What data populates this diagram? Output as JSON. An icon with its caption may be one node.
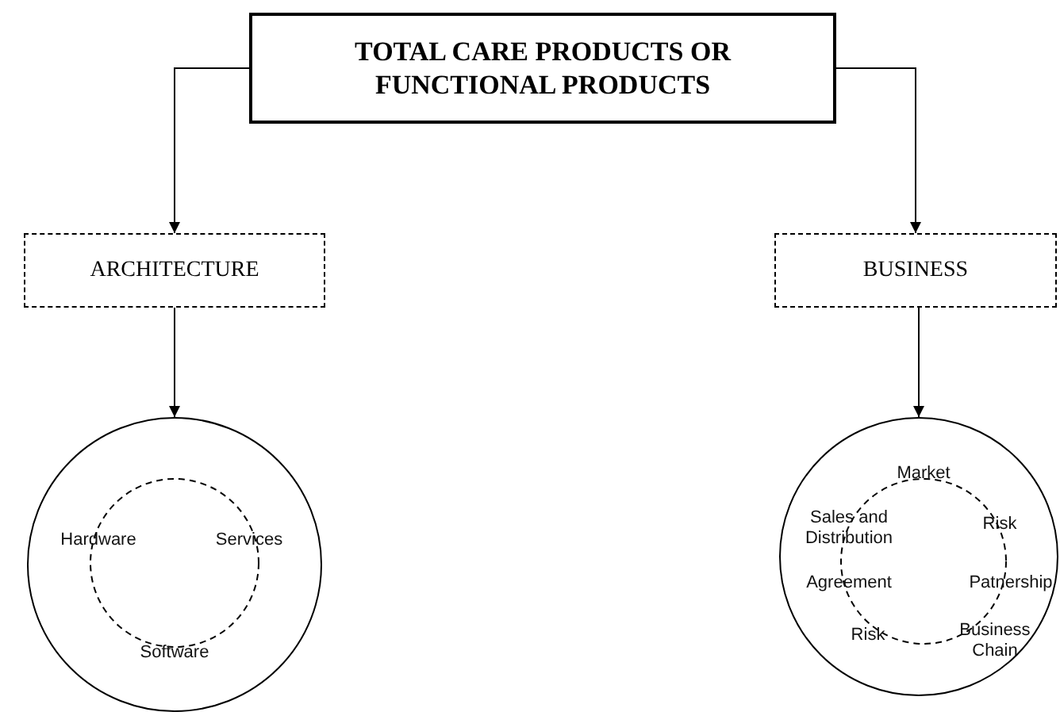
{
  "diagram": {
    "nodes": [
      {
        "text": [
          "TOTAL CARE PRODUCTS OR FUNCTIONAL PRODUCTS"
        ]
      },
      {
        "text": [
          "ARCHITECTURE"
        ]
      },
      {
        "text": [
          "BUSINESS"
        ]
      },
      {
        "text": [
          "Hardware",
          "Services",
          "Software"
        ]
      },
      {
        "text": [
          "Market",
          "Sales and Distribution",
          "Risk",
          "Patnership",
          "Agreement",
          "Risk",
          "Business Chain"
        ]
      }
    ],
    "edges": [
      {
        "from": 0,
        "to": 1,
        "arrow": "to"
      },
      {
        "from": 0,
        "to": 2,
        "arrow": "to"
      },
      {
        "from": 1,
        "to": 3,
        "arrow": "to"
      },
      {
        "from": 2,
        "to": 4,
        "arrow": "to"
      }
    ]
  }
}
